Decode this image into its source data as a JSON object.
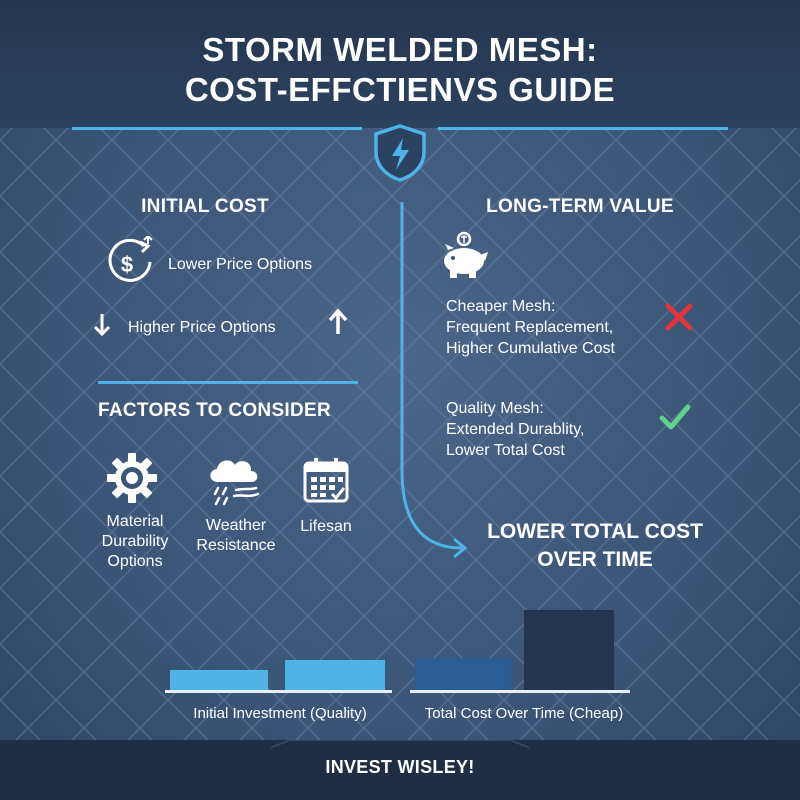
{
  "header": {
    "title_line1": "STORM WELDED MESH:",
    "title_line2": "COST-EFFCTIENVS GUIDE"
  },
  "initial_cost": {
    "title": "INITIAL COST",
    "lower_label": "Lower Price Options",
    "higher_label": "Higher Price Options"
  },
  "factors": {
    "title": "FACTORS TO CONSIDER",
    "items": [
      {
        "label_line1": "Material",
        "label_line2": "Durability",
        "label_line3": "Options",
        "icon": "gear-icon"
      },
      {
        "label_line1": "Weather",
        "label_line2": "Resistance",
        "icon": "storm-cloud-icon"
      },
      {
        "label_line1": "Lifesan",
        "icon": "calendar-icon"
      }
    ]
  },
  "long_term": {
    "title": "LONG-TERM VALUE",
    "cheaper_line1": "Cheaper Mesh:",
    "cheaper_line2": "Frequent Replacement,",
    "cheaper_line3": "Higher Cumulative Cost",
    "quality_line1": "Quality Mesh:",
    "quality_line2": "Extended Durablity,",
    "quality_line3": "Lower Total Cost"
  },
  "conclusion": {
    "line1": "LOWER TOTAL COST",
    "line2": "OVER TIME"
  },
  "chart_data": {
    "type": "bar",
    "groups": [
      {
        "label": "Initial Investment (Quality)",
        "values": [
          0.25,
          0.37
        ]
      },
      {
        "label": "Total Cost Over Time (Cheap)",
        "values": [
          0.4,
          1.0
        ]
      }
    ]
  },
  "footer": {
    "text": "INVEST WISLEY!"
  },
  "colors": {
    "accent": "#4fb3e6",
    "bar_light": "#4fb3e6",
    "bar_mid": "#2a5d93",
    "bar_dark": "#24364f",
    "cross": "#e0343c",
    "check": "#5fd38a"
  }
}
